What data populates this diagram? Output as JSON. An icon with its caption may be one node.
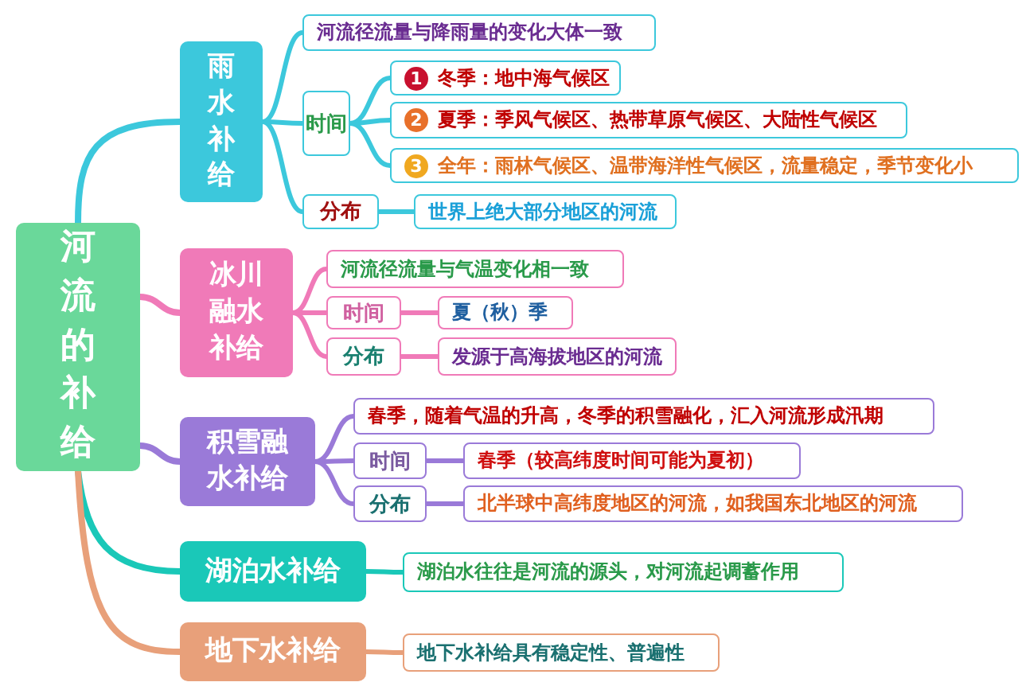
{
  "diagram": {
    "nodes": [
      {
        "text": [
          "河流的补给"
        ]
      },
      {
        "text": [
          "雨水补给"
        ]
      },
      {
        "text": [
          "河流径流量与降雨量的变化大体一致"
        ]
      },
      {
        "text": [
          "时间"
        ]
      },
      {
        "text": [
          "1",
          "冬季：地中海气候区"
        ]
      },
      {
        "text": [
          "2",
          "夏季：季风气候区、热带草原气候区、大陆性气候区"
        ]
      },
      {
        "text": [
          "3",
          "全年：雨林气候区、温带海洋性气候区，流量稳定，季节变化小"
        ]
      },
      {
        "text": [
          "分布"
        ]
      },
      {
        "text": [
          "世界上绝大部分地区的河流"
        ]
      },
      {
        "text": [
          "冰川融水补给"
        ]
      },
      {
        "text": [
          "河流径流量与气温变化相一致"
        ]
      },
      {
        "text": [
          "时间"
        ]
      },
      {
        "text": [
          "夏（秋）季"
        ]
      },
      {
        "text": [
          "分布"
        ]
      },
      {
        "text": [
          "发源于高海拔地区的河流"
        ]
      },
      {
        "text": [
          "积雪融水补给"
        ]
      },
      {
        "text": [
          "春季，随着气温的升高，冬季的积雪融化，汇入河流形成汛期"
        ]
      },
      {
        "text": [
          "时间"
        ]
      },
      {
        "text": [
          "春季（较高纬度时间可能为夏初）"
        ]
      },
      {
        "text": [
          "分布"
        ]
      },
      {
        "text": [
          "北半球中高纬度地区的河流，如我国东北地区的河流"
        ]
      },
      {
        "text": [
          "湖泊水补给"
        ]
      },
      {
        "text": [
          "湖泊水往往是河流的源头，对河流起调蓄作用"
        ]
      },
      {
        "text": [
          "地下水补给"
        ]
      },
      {
        "text": [
          "地下水补给具有稳定性、普遍性"
        ]
      }
    ],
    "edges": [
      {
        "from": 0,
        "to": 1,
        "arrow": "none"
      },
      {
        "from": 1,
        "to": 2,
        "arrow": "none"
      },
      {
        "from": 1,
        "to": 3,
        "arrow": "none"
      },
      {
        "from": 3,
        "to": 4,
        "arrow": "none"
      },
      {
        "from": 3,
        "to": 5,
        "arrow": "none"
      },
      {
        "from": 3,
        "to": 6,
        "arrow": "none"
      },
      {
        "from": 1,
        "to": 7,
        "arrow": "none"
      },
      {
        "from": 7,
        "to": 8,
        "arrow": "none"
      },
      {
        "from": 0,
        "to": 9,
        "arrow": "none",
        "color": "#f07ab8"
      },
      {
        "from": 9,
        "to": 10,
        "arrow": "none",
        "color": "#f07ab8"
      },
      {
        "from": 9,
        "to": 11,
        "arrow": "none",
        "color": "#f07ab8"
      },
      {
        "from": 11,
        "to": 12,
        "arrow": "none",
        "color": "#f07ab8"
      },
      {
        "from": 9,
        "to": 13,
        "arrow": "none",
        "color": "#f07ab8"
      },
      {
        "from": 13,
        "to": 14,
        "arrow": "none",
        "color": "#f07ab8"
      },
      {
        "from": 0,
        "to": 15,
        "arrow": "none",
        "color": "#9a7ad8"
      },
      {
        "from": 15,
        "to": 16,
        "arrow": "none",
        "color": "#9a7ad8"
      },
      {
        "from": 15,
        "to": 17,
        "arrow": "none",
        "color": "#9a7ad8"
      },
      {
        "from": 17,
        "to": 18,
        "arrow": "none",
        "color": "#9a7ad8"
      },
      {
        "from": 15,
        "to": 19,
        "arrow": "none",
        "color": "#9a7ad8"
      },
      {
        "from": 19,
        "to": 20,
        "arrow": "none",
        "color": "#9a7ad8"
      },
      {
        "from": 0,
        "to": 21,
        "arrow": "none",
        "color": "#1ac8b8"
      },
      {
        "from": 21,
        "to": 22,
        "arrow": "none",
        "color": "#1ac8b8"
      },
      {
        "from": 0,
        "to": 23,
        "arrow": "none",
        "color": "#e8a07a"
      },
      {
        "from": 23,
        "to": 24,
        "arrow": "none",
        "color": "#e8a07a"
      }
    ]
  }
}
